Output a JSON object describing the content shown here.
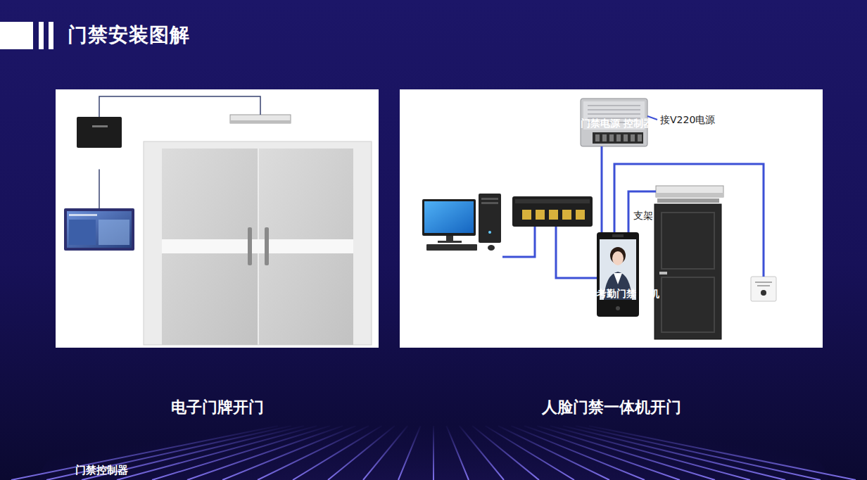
{
  "diagram": {
    "title": "门禁安装图解",
    "nodes": [
      {
        "text": [
          "电子门牌开门"
        ]
      },
      {
        "text": [
          "门禁控制器"
        ],
        "in": 0
      },
      {
        "text": [
          "磁力锁"
        ],
        "in": 0
      },
      {
        "text": [
          "电子门牌"
        ],
        "in": 0
      },
      {
        "text": [
          "人脸门禁一体机开门"
        ]
      },
      {
        "text": [
          "门禁电源 控制器"
        ],
        "in": 4
      },
      {
        "text": [
          "交换机"
        ],
        "in": 4
      },
      {
        "text": [
          "连电脑"
        ],
        "in": 4
      },
      {
        "text": [
          "考勤门禁 主机"
        ],
        "in": 4
      },
      {
        "text": [
          "磁力锁"
        ],
        "in": 4
      },
      {
        "text": [
          "出门按钮"
        ],
        "in": 4
      }
    ],
    "edges": [
      {
        "from": 1,
        "to": 2,
        "arrow": "none"
      },
      {
        "from": 1,
        "to": 3,
        "arrow": "none"
      },
      {
        "from": 5,
        "to": 8,
        "arrow": "none"
      },
      {
        "from": 6,
        "to": 8,
        "arrow": "none"
      },
      {
        "from": 6,
        "to": 7,
        "arrow": "none"
      },
      {
        "from": 8,
        "to": 9,
        "arrow": "none"
      },
      {
        "from": 8,
        "to": 10,
        "arrow": "none"
      }
    ],
    "labels": [
      "接V220电源",
      "支架"
    ]
  }
}
